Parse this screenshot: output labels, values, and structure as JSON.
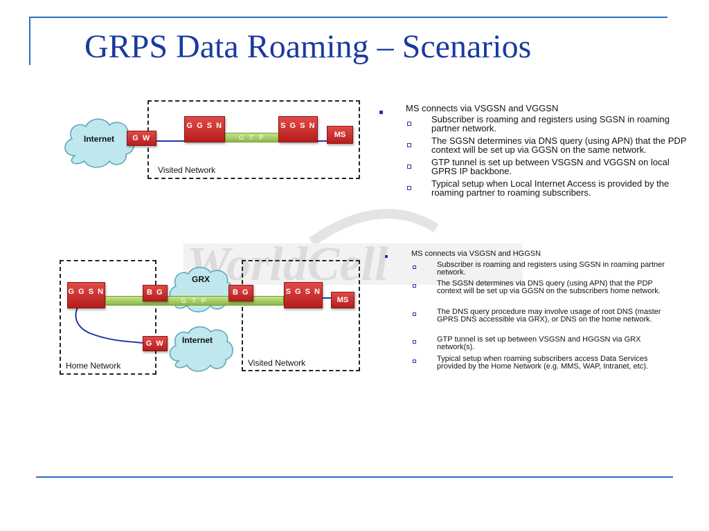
{
  "title": "GRPS Data Roaming – Scenarios",
  "watermark": "WorldCell",
  "colors": {
    "accent": "#1a3aa0",
    "node": "#c62826",
    "tunnel": "#9cc45a",
    "link": "#2233aa"
  },
  "diagram1": {
    "cloud": "Internet",
    "gw": "G W",
    "ggsn": "G G S N",
    "sgsn": "S G S N",
    "ms": "MS",
    "gtp": "G T P",
    "network": "Visited Network"
  },
  "diagram2": {
    "ggsn": "G G S N",
    "bg_left": "B G",
    "bg_right": "B G",
    "grx": "GRX",
    "sgsn": "S G S N",
    "ms": "MS",
    "gtp": "G T P",
    "gw": "G W",
    "cloud": "Internet",
    "home_network": "Home Network",
    "visited_network": "Visited Network"
  },
  "scenario1": {
    "heading": "MS connects via VSGSN and VGGSN",
    "points": [
      "Subscriber is roaming and registers using SGSN in roaming partner network.",
      "The SGSN determines via DNS query (using APN) that the PDP context will be set up via GGSN on the same network.",
      "GTP tunnel is set up between VSGSN and VGGSN on local GPRS IP backbone.",
      "Typical setup when Local Internet Access is provided by the roaming partner to roaming subscribers."
    ]
  },
  "scenario2": {
    "heading": "MS connects via VSGSN and HGGSN",
    "points": [
      "Subscriber is roaming and registers using SGSN in roaming partner network.",
      "The SGSN determines via DNS query (using APN)  that the PDP context will be set up via GGSN on the subscribers home network.",
      "The DNS query procedure may involve usage of root DNS (master GPRS DNS accessible via GRX), or DNS on the home network.",
      "GTP tunnel is set up between VSGSN and HGGSN via GRX network(s).",
      "Typical setup when roaming subscribers access Data Services provided by the Home Network (e.g. MMS, WAP, Intranet, etc)."
    ]
  }
}
